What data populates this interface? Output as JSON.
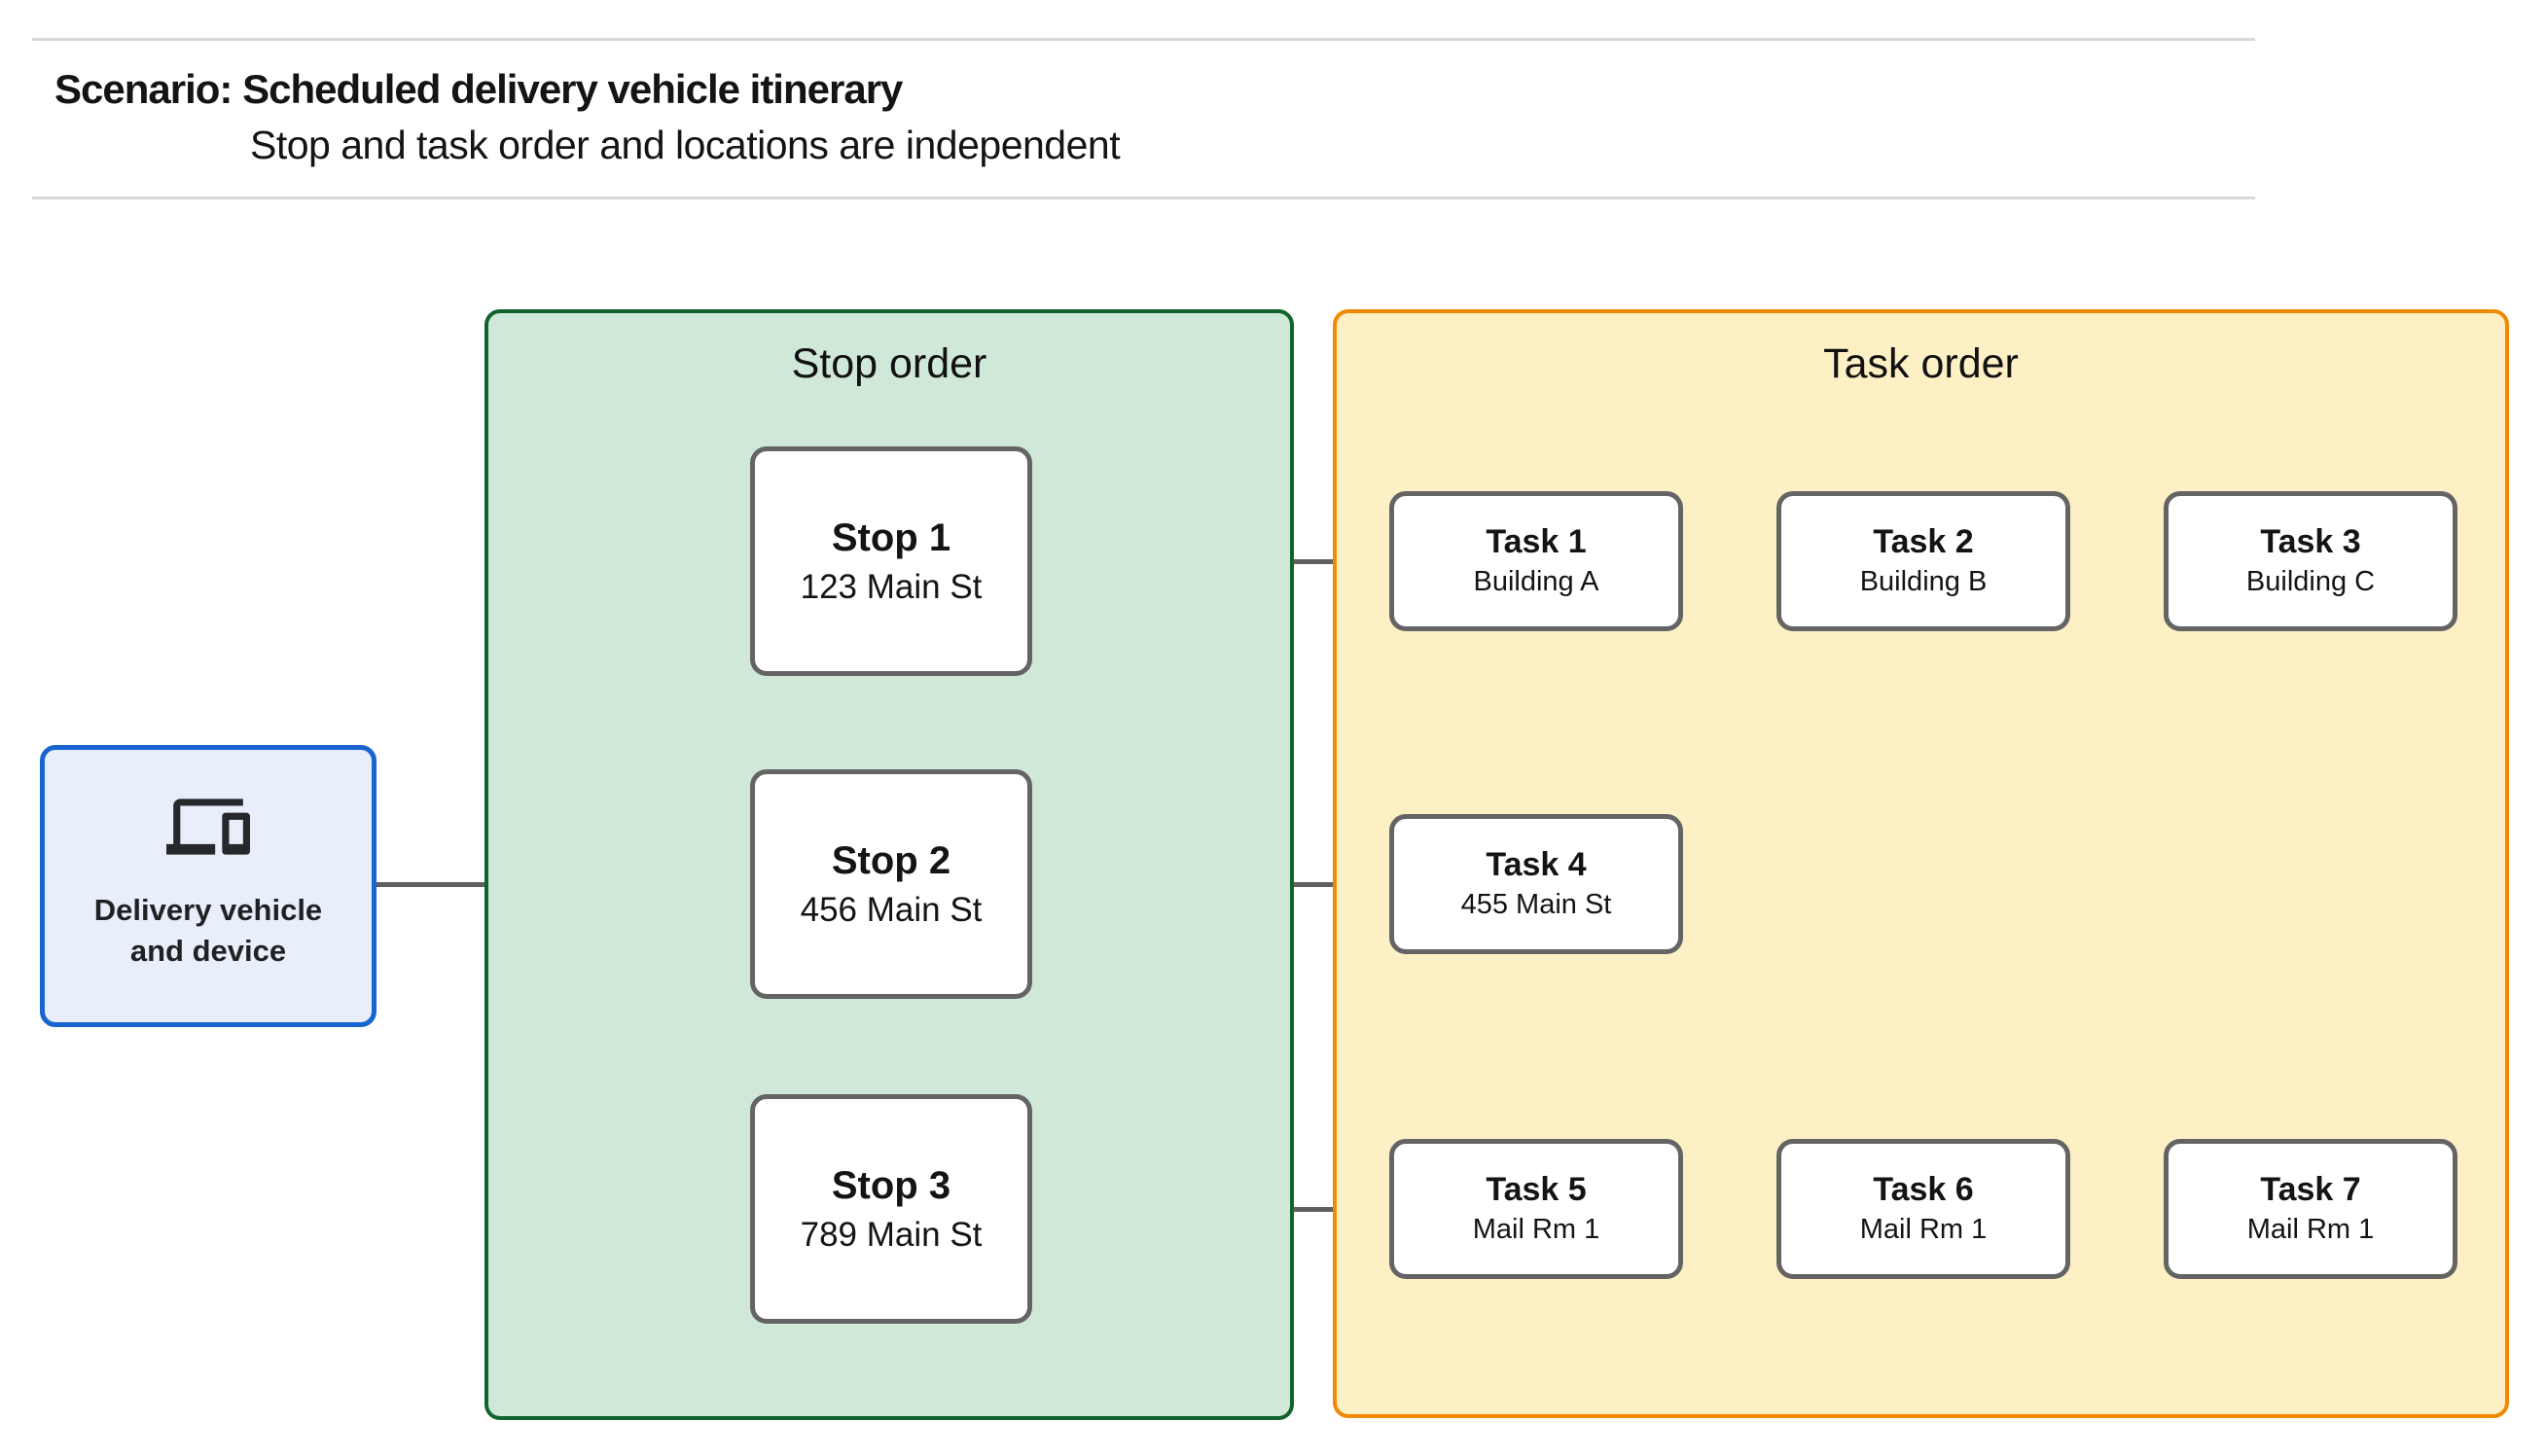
{
  "header": {
    "title": "Scenario: Scheduled delivery vehicle itinerary",
    "subtitle": "Stop and task order and locations are independent"
  },
  "vehicle": {
    "label_line1": "Delivery vehicle",
    "label_line2": "and device",
    "icon": "devices-icon",
    "fill": "#e9eefb",
    "border": "#1865d2"
  },
  "panels": {
    "stop_order": {
      "title": "Stop order",
      "fill": "#d0e8d7",
      "border": "#12632e"
    },
    "task_order": {
      "title": "Task order",
      "fill": "#fdf0c5",
      "border": "#f18903"
    }
  },
  "stops": [
    {
      "title": "Stop 1",
      "subtitle": "123 Main St"
    },
    {
      "title": "Stop 2",
      "subtitle": "456 Main St"
    },
    {
      "title": "Stop 3",
      "subtitle": "789 Main St"
    }
  ],
  "tasks": [
    {
      "title": "Task 1",
      "subtitle": "Building A"
    },
    {
      "title": "Task 2",
      "subtitle": "Building B"
    },
    {
      "title": "Task 3",
      "subtitle": "Building C"
    },
    {
      "title": "Task 4",
      "subtitle": "455 Main St"
    },
    {
      "title": "Task 5",
      "subtitle": "Mail Rm 1"
    },
    {
      "title": "Task 6",
      "subtitle": "Mail Rm 1"
    },
    {
      "title": "Task 7",
      "subtitle": "Mail Rm 1"
    }
  ],
  "colors": {
    "connector": "#606060",
    "node_border": "#646464",
    "rule": "#d9d9d9"
  }
}
